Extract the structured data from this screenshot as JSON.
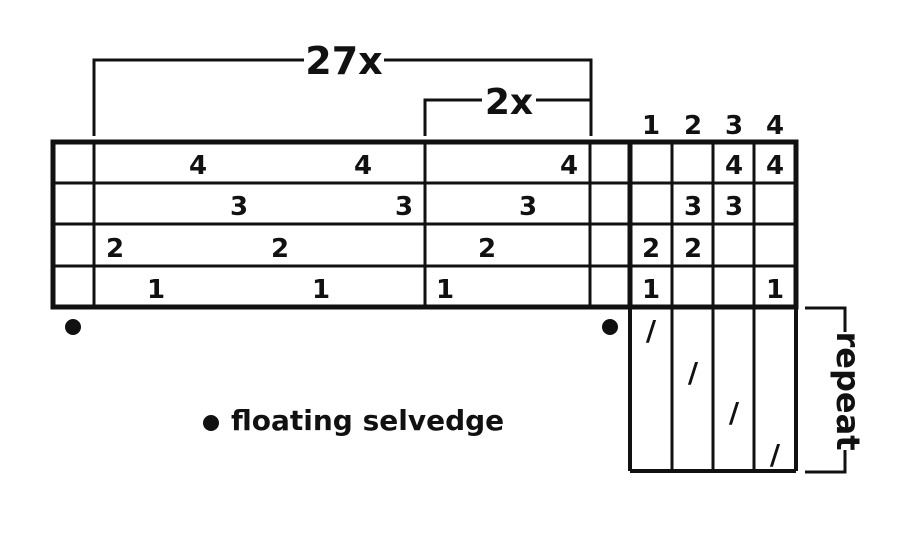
{
  "colors": {
    "ink": "#111111",
    "background": "#ffffff"
  },
  "threading": {
    "group_labels": {
      "outer_repeat": "27x",
      "inner_repeat": "2x"
    },
    "shaft_rows": [
      "4",
      "3",
      "2",
      "1"
    ],
    "cells": {
      "row_4": [
        "4",
        "4",
        "4"
      ],
      "row_3": [
        "3",
        "3",
        "3"
      ],
      "row_2": [
        "2",
        "2",
        "2"
      ],
      "row_1": [
        "1",
        "1",
        "1"
      ]
    }
  },
  "tieup": {
    "column_headers": [
      "1",
      "2",
      "3",
      "4"
    ],
    "row_4": [
      "4",
      "4"
    ],
    "row_3": [
      "3",
      "3"
    ],
    "row_2": [
      "2",
      "2"
    ],
    "row_1": [
      "1",
      "1"
    ]
  },
  "treadling": {
    "marks": [
      "/",
      "/",
      "/",
      "/"
    ],
    "label": "repeat"
  },
  "legend": {
    "label": "floating selvedge",
    "symbol_name": "floating-selvedge-dot"
  }
}
